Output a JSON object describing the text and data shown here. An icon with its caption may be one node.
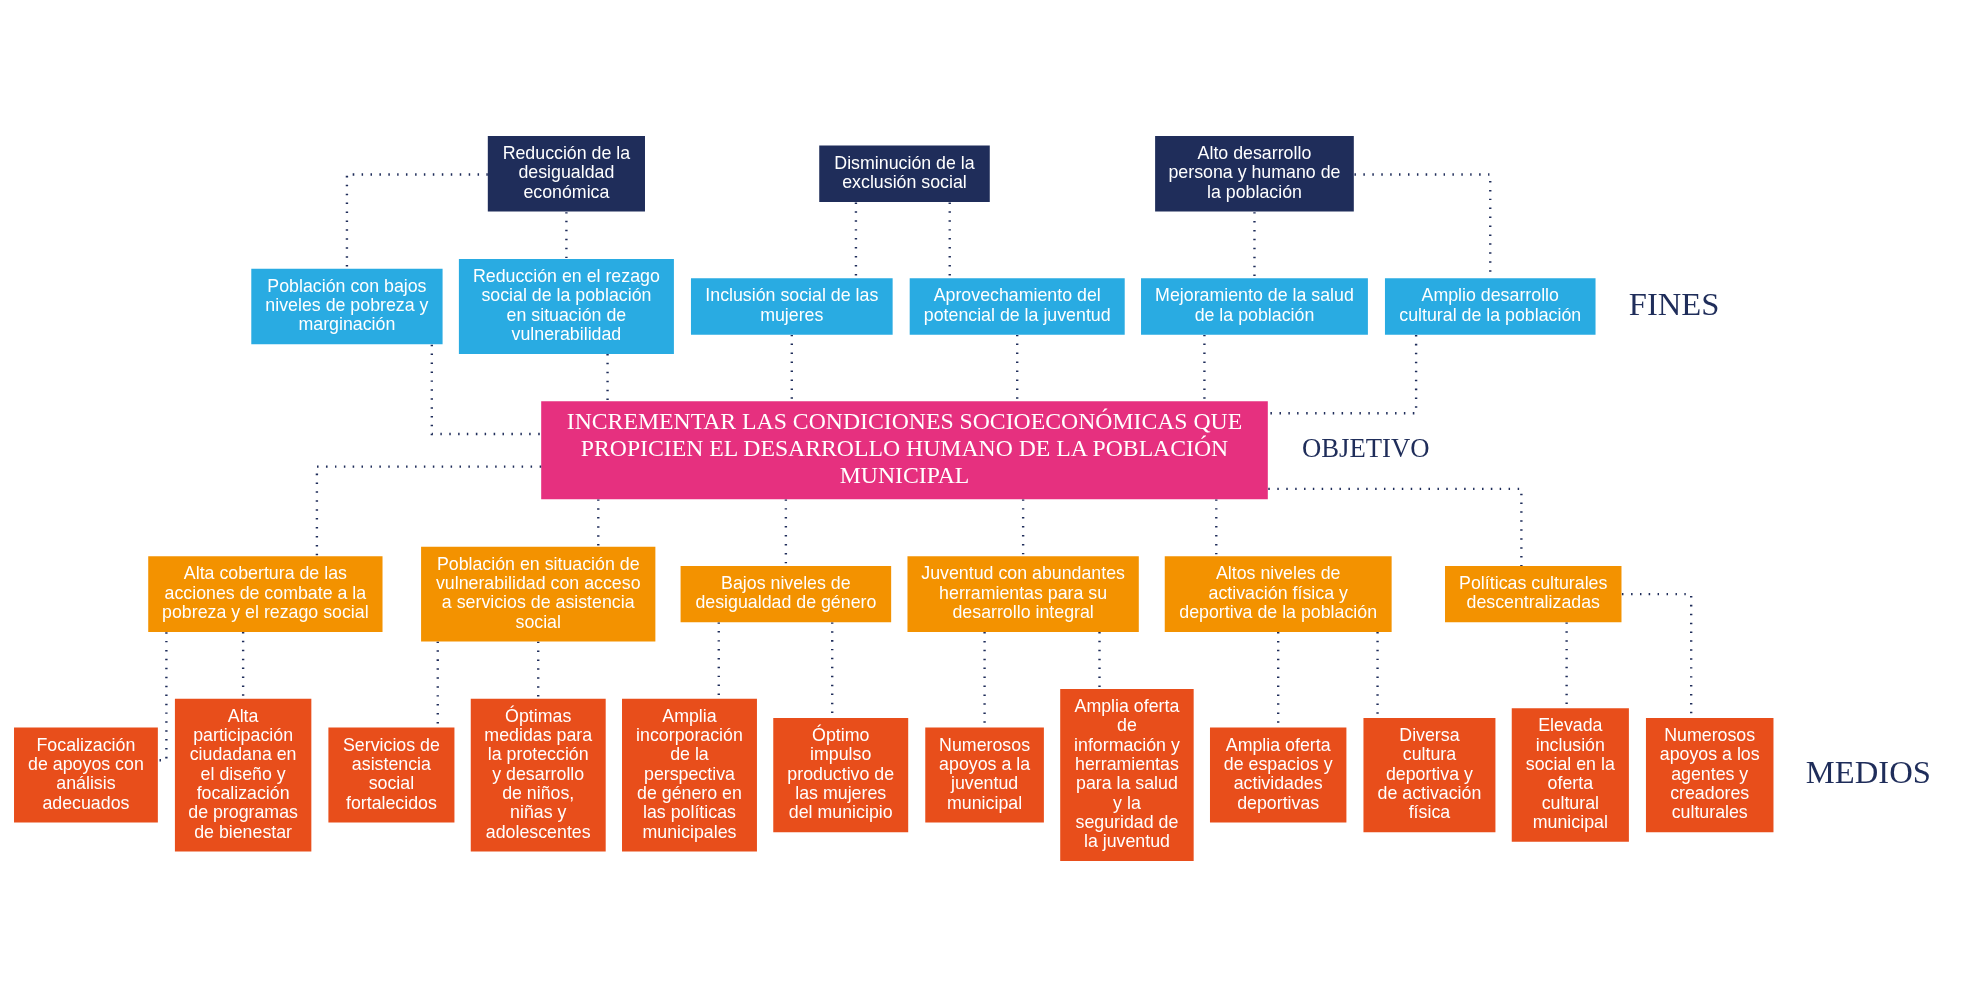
{
  "diagram": {
    "nodes": [
      {
        "text": [
          "Reducción de la desigualdad económica"
        ]
      },
      {
        "text": [
          "Disminución de la exclusión social"
        ]
      },
      {
        "text": [
          "Alto desarrollo persona y humano de la población"
        ]
      },
      {
        "text": [
          "Población con bajos niveles de pobreza y marginación"
        ]
      },
      {
        "text": [
          "Reducción en el rezago social de la población en situación de vulnerabilidad"
        ]
      },
      {
        "text": [
          "Inclusión social de las mujeres"
        ]
      },
      {
        "text": [
          "Aprovechamiento del potencial de la juventud"
        ]
      },
      {
        "text": [
          "Mejoramiento de la salud de la población"
        ]
      },
      {
        "text": [
          "Amplio desarrollo cultural de la población"
        ]
      },
      {
        "text": [
          "INCREMENTAR LAS CONDICIONES SOCIOECONÓMICAS QUE PROPICIEN EL DESARROLLO HUMANO DE LA POBLACIÓN MUNICIPAL"
        ],
        "beside": [
          "OBJETIVO"
        ]
      },
      {
        "text": [
          "Alta cobertura de las acciones de combate a la pobreza y el rezago social"
        ]
      },
      {
        "text": [
          "Población en situación de vulnerabilidad con acceso a servicios de asistencia social"
        ]
      },
      {
        "text": [
          "Bajos niveles de desigualdad de género"
        ]
      },
      {
        "text": [
          "Juventud con abundantes herramientas para su desarrollo integral"
        ]
      },
      {
        "text": [
          "Altos niveles de activación física y deportiva de la población"
        ]
      },
      {
        "text": [
          "Políticas culturales descentralizadas"
        ]
      },
      {
        "text": [
          "Focalización de apoyos con análisis adecuados"
        ]
      },
      {
        "text": [
          "Alta participación ciudadana en el diseño y focalización de programas de bienestar"
        ]
      },
      {
        "text": [
          "Servicios de asistencia social fortalecidos"
        ]
      },
      {
        "text": [
          "Óptimas medidas para la protección y desarrollo de niños, niñas y adolescentes"
        ]
      },
      {
        "text": [
          "Amplia incorporación de la perspectiva de género en las políticas municipales"
        ]
      },
      {
        "text": [
          "Óptimo impulso productivo de las mujeres del municipio"
        ]
      },
      {
        "text": [
          "Numerosos apoyos a la juventud municipal"
        ]
      },
      {
        "text": [
          "Amplia oferta de información y herramientas para la salud y la seguridad de la juventud"
        ]
      },
      {
        "text": [
          "Amplia oferta de espacios y actividades deportivas"
        ]
      },
      {
        "text": [
          "Diversa cultura deportiva y de activación física"
        ]
      },
      {
        "text": [
          "Elevada inclusión social en la oferta cultural municipal"
        ]
      },
      {
        "text": [
          "Numerosos apoyos a los agentes y creadores culturales"
        ]
      }
    ],
    "edges": [
      {
        "from": 0,
        "to": 3,
        "arrow": "none"
      },
      {
        "from": 0,
        "to": 4,
        "arrow": "none"
      },
      {
        "from": 1,
        "to": 5,
        "arrow": "none"
      },
      {
        "from": 1,
        "to": 6,
        "arrow": "none"
      },
      {
        "from": 2,
        "to": 7,
        "arrow": "none"
      },
      {
        "from": 2,
        "to": 8,
        "arrow": "none"
      },
      {
        "from": 3,
        "to": 9,
        "arrow": "none"
      },
      {
        "from": 4,
        "to": 9,
        "arrow": "none"
      },
      {
        "from": 5,
        "to": 9,
        "arrow": "none"
      },
      {
        "from": 6,
        "to": 9,
        "arrow": "none"
      },
      {
        "from": 7,
        "to": 9,
        "arrow": "none"
      },
      {
        "from": 8,
        "to": 9,
        "arrow": "none"
      },
      {
        "from": 9,
        "to": 10,
        "arrow": "none"
      },
      {
        "from": 9,
        "to": 11,
        "arrow": "none"
      },
      {
        "from": 9,
        "to": 12,
        "arrow": "none"
      },
      {
        "from": 9,
        "to": 13,
        "arrow": "none"
      },
      {
        "from": 9,
        "to": 14,
        "arrow": "none"
      },
      {
        "from": 9,
        "to": 15,
        "arrow": "none"
      },
      {
        "from": 10,
        "to": 16,
        "arrow": "none"
      },
      {
        "from": 10,
        "to": 17,
        "arrow": "none"
      },
      {
        "from": 11,
        "to": 18,
        "arrow": "none"
      },
      {
        "from": 11,
        "to": 19,
        "arrow": "none"
      },
      {
        "from": 12,
        "to": 20,
        "arrow": "none"
      },
      {
        "from": 12,
        "to": 21,
        "arrow": "none"
      },
      {
        "from": 13,
        "to": 22,
        "arrow": "none"
      },
      {
        "from": 13,
        "to": 23,
        "arrow": "none"
      },
      {
        "from": 14,
        "to": 24,
        "arrow": "none"
      },
      {
        "from": 14,
        "to": 25,
        "arrow": "none"
      },
      {
        "from": 15,
        "to": 26,
        "arrow": "none"
      },
      {
        "from": 15,
        "to": 27,
        "arrow": "none"
      }
    ],
    "labels": [
      "FINES",
      "MEDIOS"
    ]
  }
}
